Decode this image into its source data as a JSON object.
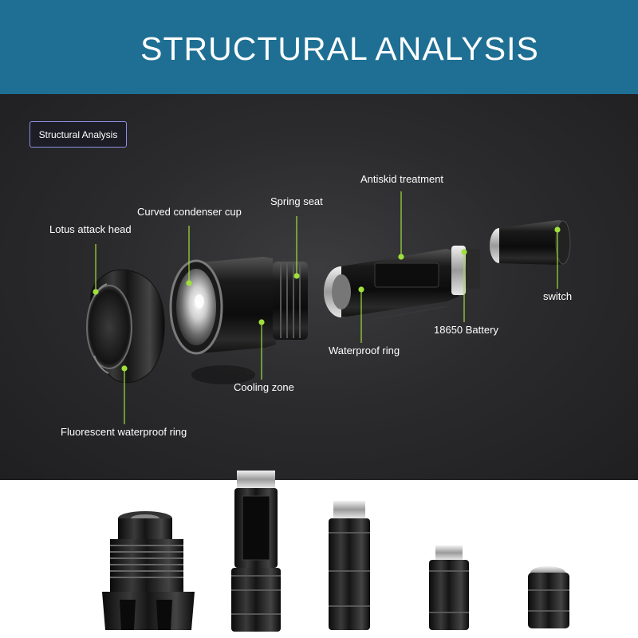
{
  "header": {
    "title": "STRUCTURAL ANALYSIS"
  },
  "tag": {
    "label": "Structural Analysis"
  },
  "labels": {
    "lotus_attack_head": "Lotus attack head",
    "curved_condenser_cup": "Curved condenser cup",
    "spring_seat": "Spring seat",
    "antiskid_treatment": "Antiskid treatment",
    "switch": "switch",
    "battery": "18650 Battery",
    "waterproof_ring": "Waterproof ring",
    "cooling_zone": "Cooling zone",
    "fluorescent_waterproof_ring": "Fluorescent waterproof ring"
  },
  "colors": {
    "header_bg": "#1e6f93",
    "panel_bg": "#2b2b2d",
    "callout_line": "#9fe03c",
    "tag_border": "#8d8fe3"
  }
}
